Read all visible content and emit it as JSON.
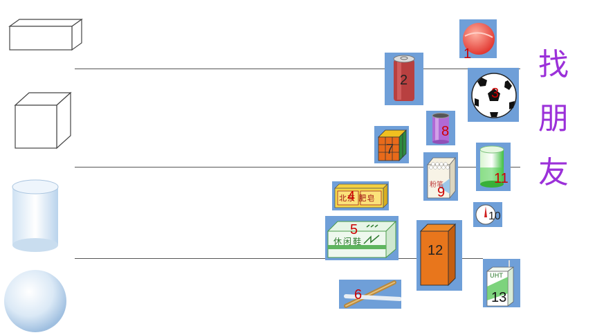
{
  "title_chars": [
    "找",
    "朋",
    "友"
  ],
  "items": [
    {
      "label": "1",
      "kind": "ball"
    },
    {
      "label": "2",
      "kind": "can"
    },
    {
      "label": "3",
      "kind": "soccer-ball"
    },
    {
      "label": "4",
      "kind": "soap-box",
      "text": "北京 肥皂"
    },
    {
      "label": "5",
      "kind": "shoe-box",
      "text": "休闲鞋"
    },
    {
      "label": "6",
      "kind": "stick"
    },
    {
      "label": "7",
      "kind": "rubiks-cube"
    },
    {
      "label": "8",
      "kind": "purple-cylinder"
    },
    {
      "label": "9",
      "kind": "chalk-box",
      "text": "粉笔"
    },
    {
      "label": "10",
      "kind": "round-object"
    },
    {
      "label": "11",
      "kind": "green-cylinder"
    },
    {
      "label": "12",
      "kind": "orange-cuboid"
    },
    {
      "label": "13",
      "kind": "milk-carton",
      "text": "UHT"
    }
  ],
  "colors": {
    "tile": "#6f9fd8",
    "number_red": "#cc0000",
    "title": "#9b30d9"
  }
}
